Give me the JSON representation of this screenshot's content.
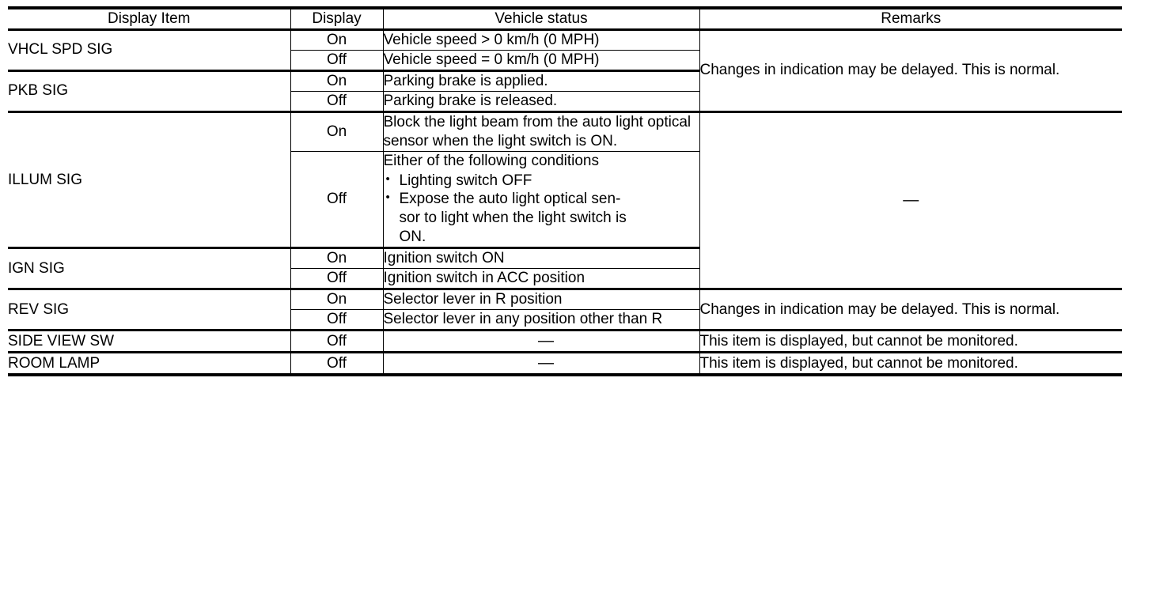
{
  "table": {
    "headers": [
      "Display Item",
      "Display",
      "Vehicle status",
      "Remarks"
    ],
    "remarks_delayed": "Changes in indication may be delayed. This is normal.",
    "remarks_dash": "—",
    "remarks_not_monitored": "This item is displayed, but cannot be monitored.",
    "status_dash": "—",
    "bullet_glyph": "•",
    "groups": [
      {
        "item": "VHCL SPD SIG",
        "rows": [
          {
            "display": "On",
            "status": "Vehicle speed > 0 km/h (0 MPH)"
          },
          {
            "display": "Off",
            "status": "Vehicle speed = 0 km/h (0 MPH)"
          }
        ]
      },
      {
        "item": "PKB SIG",
        "rows": [
          {
            "display": "On",
            "status": "Parking brake is applied."
          },
          {
            "display": "Off",
            "status": "Parking brake is released."
          }
        ]
      },
      {
        "item": "ILLUM SIG",
        "rows": [
          {
            "display": "On",
            "status": "Block the light beam from the auto light optical sensor when the light switch is ON."
          },
          {
            "display": "Off",
            "status_intro": "Either of the following conditions",
            "status_bullets": [
              "Lighting switch OFF",
              "Expose the auto light optical sen-sor to light when the light switch is ON."
            ],
            "status_bullet_lines": [
              [
                "Lighting switch OFF"
              ],
              [
                "Expose the auto light optical sen-",
                "sor to light when the light switch is",
                "ON."
              ]
            ]
          }
        ]
      },
      {
        "item": "IGN SIG",
        "rows": [
          {
            "display": "On",
            "status": "Ignition switch ON"
          },
          {
            "display": "Off",
            "status": "Ignition switch in ACC position"
          }
        ]
      },
      {
        "item": "REV SIG",
        "rows": [
          {
            "display": "On",
            "status": "Selector lever in R position"
          },
          {
            "display": "Off",
            "status": "Selector lever in any position other than R"
          }
        ]
      },
      {
        "item": "SIDE VIEW SW",
        "rows": [
          {
            "display": "Off",
            "status": "—"
          }
        ]
      },
      {
        "item": "ROOM LAMP",
        "rows": [
          {
            "display": "Off",
            "status": "—"
          }
        ]
      }
    ]
  }
}
